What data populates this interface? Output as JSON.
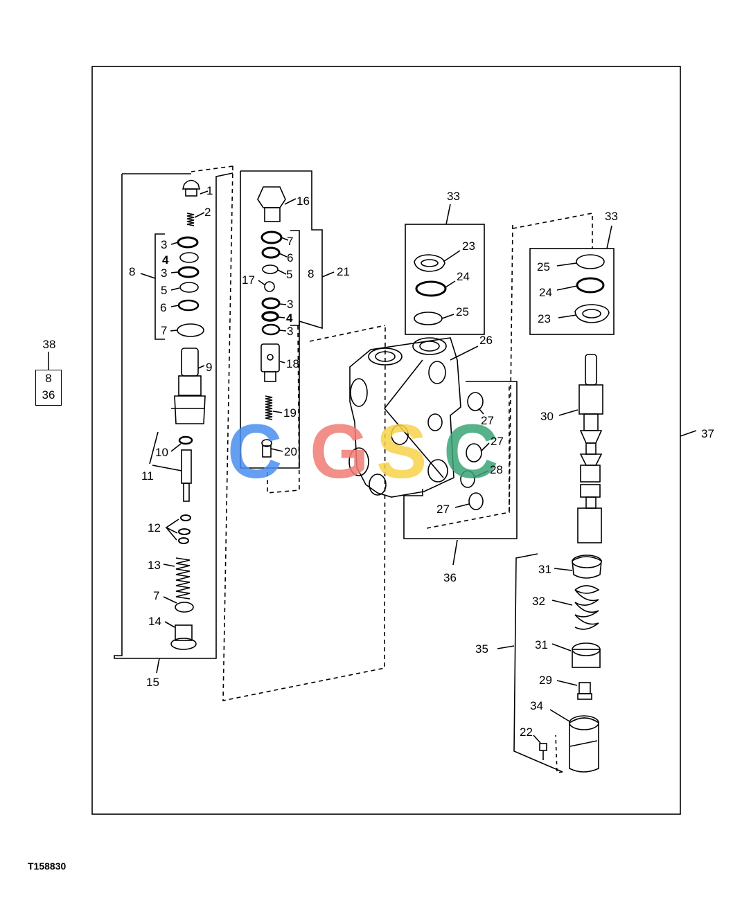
{
  "figure_id": "T158830",
  "reference": {
    "top": "38",
    "box_line1": "8",
    "box_line2": "36"
  },
  "watermark": {
    "letters": [
      "C",
      "G",
      "S",
      "C"
    ],
    "colors": [
      "#4a8ff0",
      "#f07c74",
      "#f7d34a",
      "#3aa577"
    ]
  },
  "callouts": {
    "n1": "1",
    "n2": "2",
    "n3a": "3",
    "n4a": "4",
    "n3b": "3",
    "n5a": "5",
    "n6a": "6",
    "n7a": "7",
    "n8a": "8",
    "n9": "9",
    "n10": "10",
    "n11": "11",
    "n12": "12",
    "n13": "13",
    "n7b": "7",
    "n14": "14",
    "n15": "15",
    "n16": "16",
    "n7c": "7",
    "n6b": "6",
    "n5b": "5",
    "n17": "17",
    "n8b": "8",
    "n21": "21",
    "n3c": "3",
    "n4b": "4",
    "n3d": "3",
    "n18": "18",
    "n19": "19",
    "n20": "20",
    "n33a": "33",
    "n23a": "23",
    "n24a": "24",
    "n25a": "25",
    "n26": "26",
    "n27a": "27",
    "n27b": "27",
    "n28": "28",
    "n27c": "27",
    "n36": "36",
    "n33b": "33",
    "n25b": "25",
    "n24b": "24",
    "n23b": "23",
    "n30": "30",
    "n37": "37",
    "n31a": "31",
    "n32": "32",
    "n35": "35",
    "n31b": "31",
    "n29": "29",
    "n34": "34",
    "n22": "22"
  }
}
